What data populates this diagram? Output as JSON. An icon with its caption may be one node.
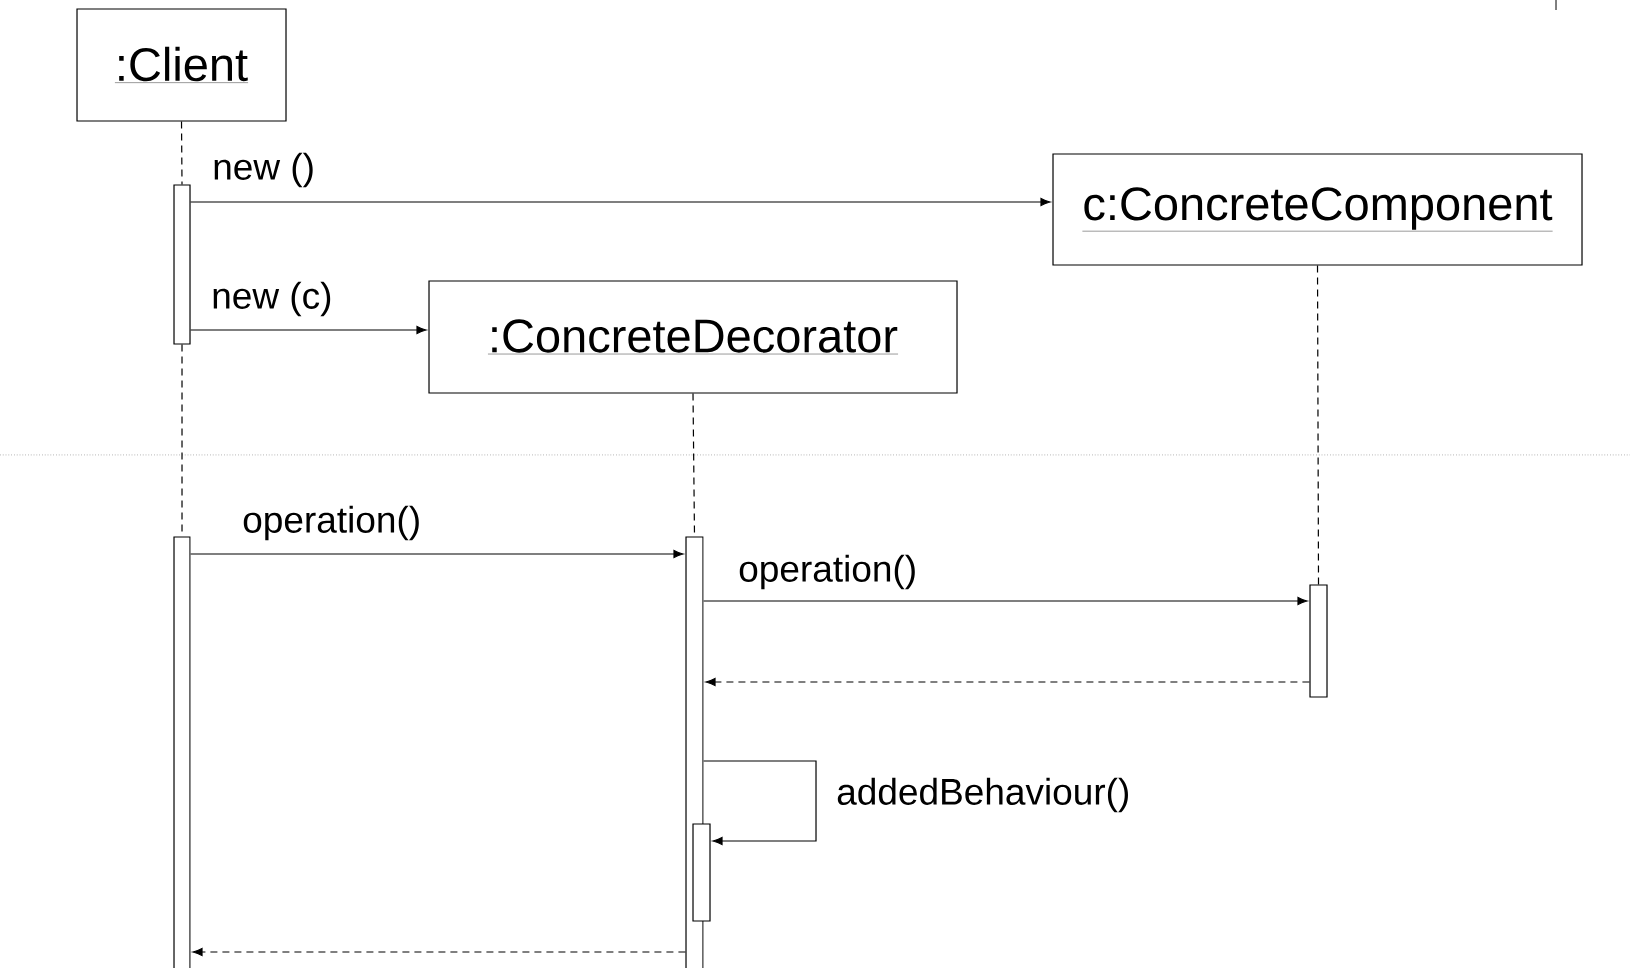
{
  "diagram": {
    "nodes": [
      {
        "text": [
          ":Client"
        ]
      },
      {
        "text": [
          "c:ConcreteComponent"
        ]
      },
      {
        "text": [
          ":ConcreteDecorator"
        ]
      },
      {
        "text": [],
        "shape": "bar"
      },
      {
        "text": [],
        "shape": "bar"
      },
      {
        "text": [],
        "shape": "bar"
      },
      {
        "text": [],
        "shape": "bar"
      },
      {
        "text": [],
        "shape": "bar"
      }
    ],
    "edges": [
      {
        "from": 3,
        "to": 1,
        "arrow": "to",
        "label": "new ()"
      },
      {
        "from": 3,
        "to": 2,
        "arrow": "to",
        "label": "new (c)"
      },
      {
        "from": 4,
        "to": 5,
        "arrow": "to",
        "label": "operation()"
      },
      {
        "from": 5,
        "to": 6,
        "arrow": "to",
        "label": "operation()"
      },
      {
        "from": 6,
        "to": 5,
        "arrow": "to",
        "style": "dashed"
      },
      {
        "from": 5,
        "to": 7,
        "arrow": "to",
        "label": "addedBehaviour()"
      },
      {
        "from": 5,
        "to": 4,
        "arrow": "to",
        "style": "dashed"
      },
      {
        "from": 0,
        "to": 3,
        "arrow": "none",
        "style": "dashed"
      },
      {
        "from": 3,
        "to": 4,
        "arrow": "none",
        "style": "dashed"
      },
      {
        "from": 2,
        "to": 5,
        "arrow": "none",
        "style": "dashed"
      },
      {
        "from": 1,
        "to": 6,
        "arrow": "none",
        "style": "dashed"
      }
    ]
  }
}
